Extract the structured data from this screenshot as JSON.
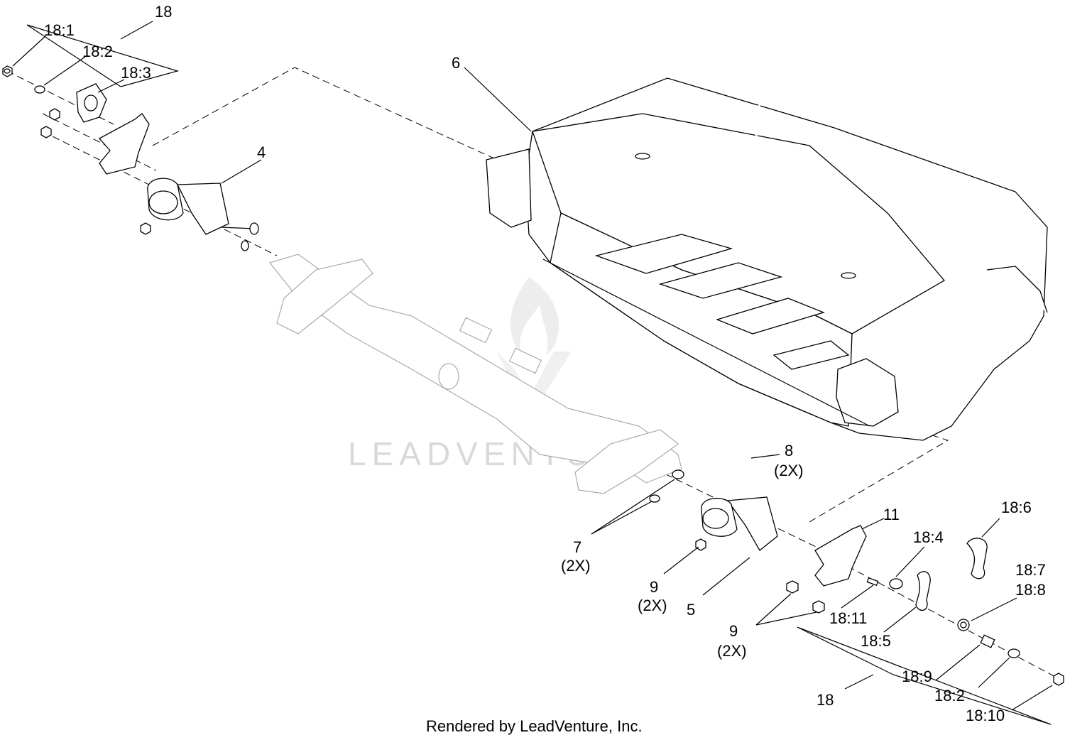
{
  "watermark": {
    "text": "LEADVENTURE"
  },
  "footer": {
    "text": "Rendered by LeadVenture, Inc."
  },
  "callouts": {
    "c18_top": "18",
    "c18_1": "18:1",
    "c18_2_top": "18:2",
    "c18_3": "18:3",
    "c6": "6",
    "c4": "4",
    "c8": "8",
    "c8_qty": "(2X)",
    "c7": "7",
    "c7_qty": "(2X)",
    "c9_mid": "9",
    "c9_mid_qty": "(2X)",
    "c5": "5",
    "c11": "11",
    "c18_4": "18:4",
    "c18_6": "18:6",
    "c18_7": "18:7",
    "c18_8": "18:8",
    "c18_11": "18:11",
    "c18_5": "18:5",
    "c9_low": "9",
    "c9_low_qty": "(2X)",
    "c18_9": "18:9",
    "c18_bottom": "18",
    "c18_2_bottom": "18:2",
    "c18_10": "18:10"
  }
}
